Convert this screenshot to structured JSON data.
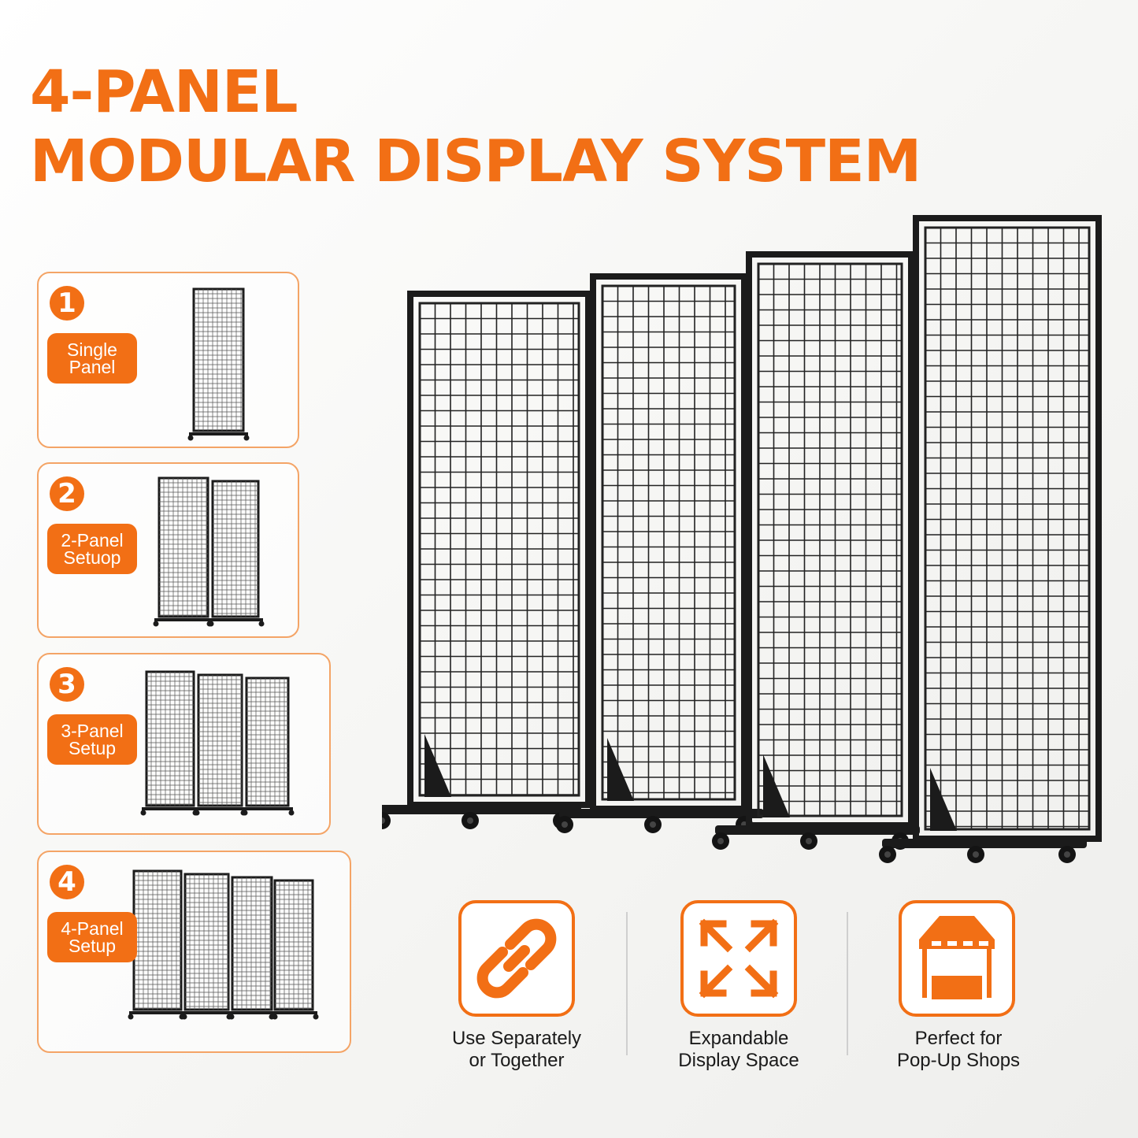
{
  "headline": {
    "line1": "4-PANEL",
    "line2": "MODULAR DISPLAY SYSTEM"
  },
  "accent_color": "#f26f15",
  "setups": [
    {
      "number": "1",
      "label_line1": "Single",
      "label_line2": "Panel"
    },
    {
      "number": "2",
      "label_line1": "2-Panel",
      "label_line2": "Setuop"
    },
    {
      "number": "3",
      "label_line1": "3-Panel",
      "label_line2": "Setup"
    },
    {
      "number": "4",
      "label_line1": "4-Panel",
      "label_line2": "Setup"
    }
  ],
  "features": [
    {
      "icon": "chain-link-icon",
      "line1": "Use Separately",
      "line2": "or Together"
    },
    {
      "icon": "expand-arrows-icon",
      "line1": "Expandable",
      "line2": "Display Space"
    },
    {
      "icon": "popup-tent-icon",
      "line1": "Perfect for",
      "line2": "Pop-Up Shops"
    }
  ]
}
